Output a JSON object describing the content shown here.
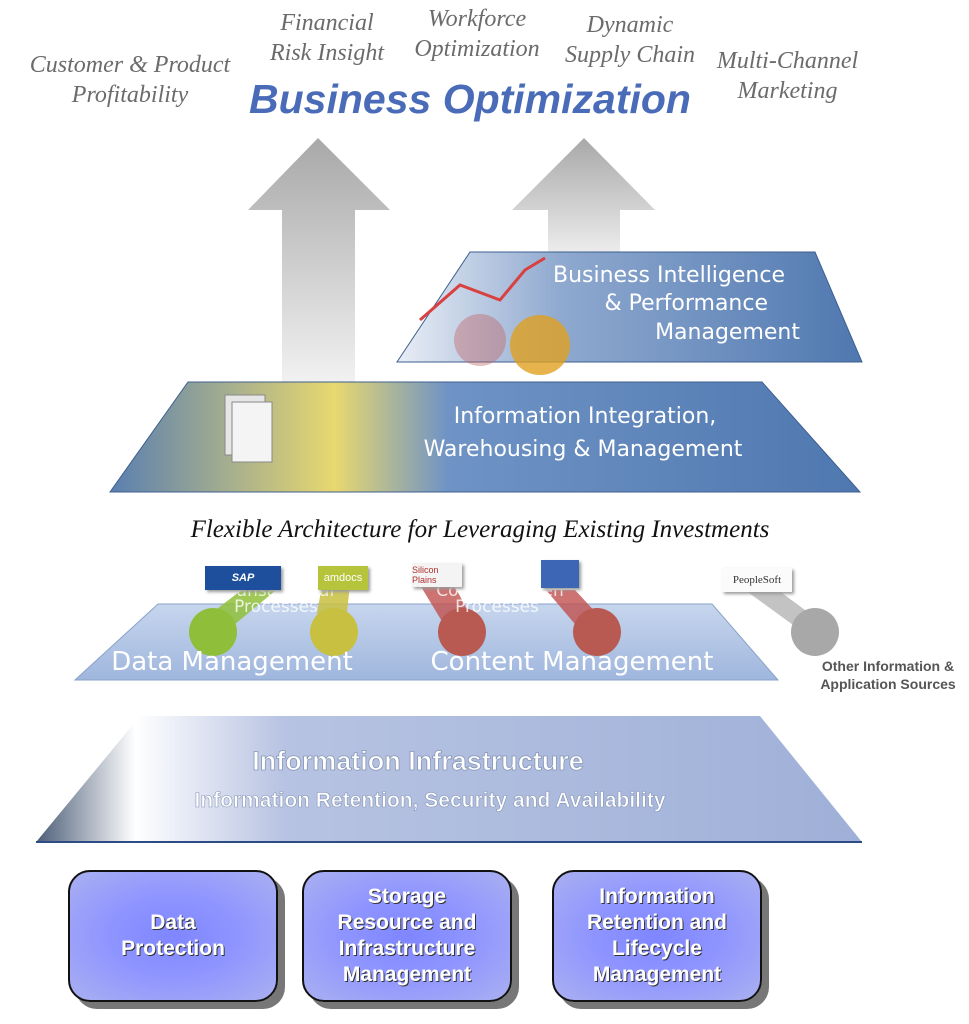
{
  "header": {
    "title": "Business Optimization",
    "solutions": [
      {
        "lines": [
          "Customer & Product",
          "Profitability"
        ]
      },
      {
        "lines": [
          "Financial",
          "Risk Insight"
        ]
      },
      {
        "lines": [
          "Workforce",
          "Optimization"
        ]
      },
      {
        "lines": [
          "Dynamic",
          "Supply Chain"
        ]
      },
      {
        "lines": [
          "Multi-Channel",
          "Marketing"
        ]
      }
    ]
  },
  "layers": {
    "bi": {
      "lines": [
        "Business Intelligence",
        "& Performance",
        "Management"
      ]
    },
    "integration": {
      "lines": [
        "Information Integration,",
        "Warehousing & Management"
      ]
    },
    "architecture_title": "Flexible Architecture for Leveraging Existing Investments",
    "management": {
      "data": "Data Management",
      "content": "Content Management",
      "transactional": [
        "Transactional",
        "Processes"
      ],
      "content_driven": [
        "Content-driven",
        "Processes"
      ],
      "logos": [
        "SAP",
        "amdocs",
        "Silicon Plains",
        "PeopleSoft"
      ]
    },
    "other_sources": [
      "Other Information &",
      "Application Sources"
    ],
    "infrastructure": {
      "title": "Information Infrastructure",
      "subtitle": "Information Retention, Security and Availability"
    }
  },
  "boxes": [
    {
      "lines": [
        "Data",
        "Protection"
      ]
    },
    {
      "lines": [
        "Storage",
        "Resource and",
        "Infrastructure",
        "Management"
      ]
    },
    {
      "lines": [
        "Information",
        "Retention and",
        "Lifecycle",
        "Management"
      ]
    }
  ],
  "colors": {
    "title_blue": "#4a6cb8",
    "layer_blue": "#4f78b0",
    "management_blue": "#a9c0e4",
    "infrastructure_blue": "#9fb0d8",
    "box_fill": "#8f95ff",
    "arrow_gray": "#bdbdbd"
  }
}
